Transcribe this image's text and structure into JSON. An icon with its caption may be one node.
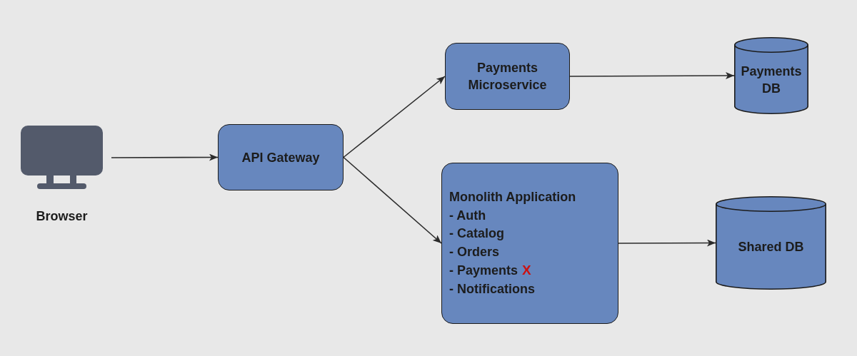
{
  "diagram": {
    "nodes": [
      {
        "text": [
          "Browser"
        ]
      },
      {
        "text": [
          "API Gateway"
        ]
      },
      {
        "text": [
          "Payments Microservice"
        ]
      },
      {
        "text": [
          "Payments DB"
        ]
      },
      {
        "text": [
          "Monolith Application",
          "- Auth",
          "- Catalog",
          "- Orders",
          "- Payments",
          "- Notifications"
        ]
      },
      {
        "text": [
          "Shared DB"
        ]
      }
    ],
    "edges": [
      {
        "from": 0,
        "to": 1,
        "arrow": "to"
      },
      {
        "from": 1,
        "to": 2,
        "arrow": "to"
      },
      {
        "from": 1,
        "to": 4,
        "arrow": "to"
      },
      {
        "from": 2,
        "to": 3,
        "arrow": "to"
      },
      {
        "from": 4,
        "to": 5,
        "arrow": "to"
      }
    ],
    "labels": [
      "X"
    ]
  }
}
